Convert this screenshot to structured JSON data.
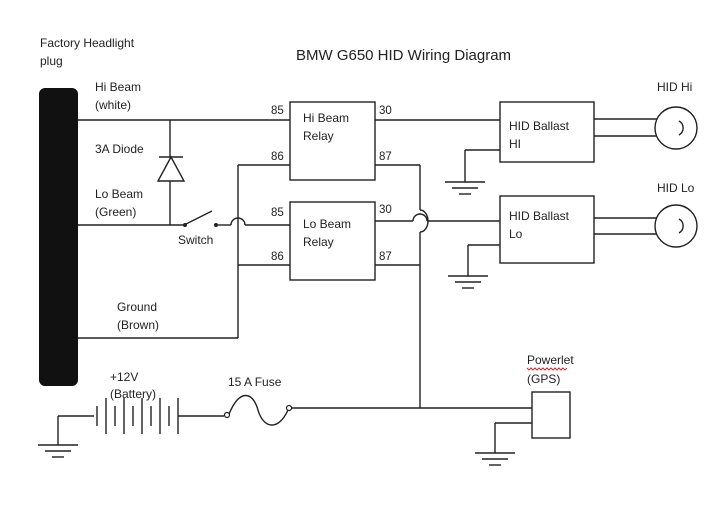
{
  "title": "BMW G650 HID Wiring Diagram",
  "colors": {
    "line": "#222222",
    "plug": "#111111",
    "squiggle": "#d03030"
  },
  "plug": {
    "line1": "Factory Headlight",
    "line2": "plug"
  },
  "hi_beam": {
    "line1": "Hi Beam",
    "line2": "(white)"
  },
  "diode": {
    "label": "3A Diode"
  },
  "lo_beam": {
    "line1": "Lo Beam",
    "line2": "(Green)"
  },
  "switch": {
    "label": "Switch"
  },
  "ground": {
    "line1": "Ground",
    "line2": "(Brown)"
  },
  "battery": {
    "line1": "+12V",
    "line2": "(Battery)"
  },
  "fuse": {
    "label": "15 A Fuse"
  },
  "hi_relay": {
    "line1": "Hi Beam",
    "line2": "Relay",
    "pins": {
      "p85": "85",
      "p86": "86",
      "p30": "30",
      "p87": "87"
    }
  },
  "lo_relay": {
    "line1": "Lo Beam",
    "line2": "Relay",
    "pins": {
      "p85": "85",
      "p86": "86",
      "p30": "30",
      "p87": "87"
    }
  },
  "hi_ballast": {
    "line1": "HID Ballast",
    "line2": "HI"
  },
  "lo_ballast": {
    "line1": "HID Ballast",
    "line2": "Lo"
  },
  "hid_hi": {
    "label": "HID Hi"
  },
  "hid_lo": {
    "label": "HID Lo"
  },
  "powerlet": {
    "line1": "Powerlet",
    "line2": "(GPS)"
  }
}
